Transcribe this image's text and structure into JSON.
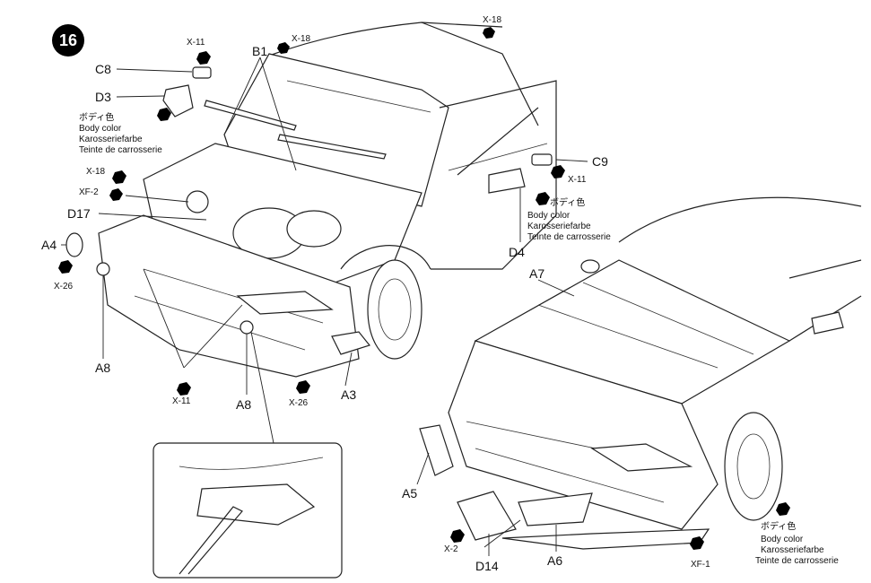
{
  "step": {
    "number": "16",
    "color": "#000000"
  },
  "labels": {
    "x11_top": "X-11",
    "c8": "C8",
    "d3": "D3",
    "b1": "B1",
    "x18_b1": "X-18",
    "x18_top": "X-18",
    "x18_left": "X-18",
    "xf2_left": "XF-2",
    "d17": "D17",
    "a4": "A4",
    "x26_left": "X-26",
    "a8_left": "A8",
    "x11_bottom": "X-11",
    "a8_mid": "A8",
    "x26_mid": "X-26",
    "a3": "A3",
    "c9": "C9",
    "x11_right": "X-11",
    "d4": "D4",
    "a7": "A7",
    "a5": "A5",
    "x2": "X-2",
    "d14": "D14",
    "a6": "A6",
    "xf1": "XF-1"
  },
  "body_color_note_left": {
    "jp": "ボディ色",
    "en": "Body color",
    "de": "Karosseriefarbe",
    "fr": "Teinte de carrosserie"
  },
  "body_color_note_mid": {
    "jp": "ボディ色",
    "en": "Body color",
    "de": "Karosseriefarbe",
    "fr": "Teinte de carrosserie"
  },
  "body_color_note_right": {
    "jp": "ボディ色",
    "en": "Body color",
    "de": "Karosseriefarbe",
    "fr": "Teinte de carrosserie"
  }
}
